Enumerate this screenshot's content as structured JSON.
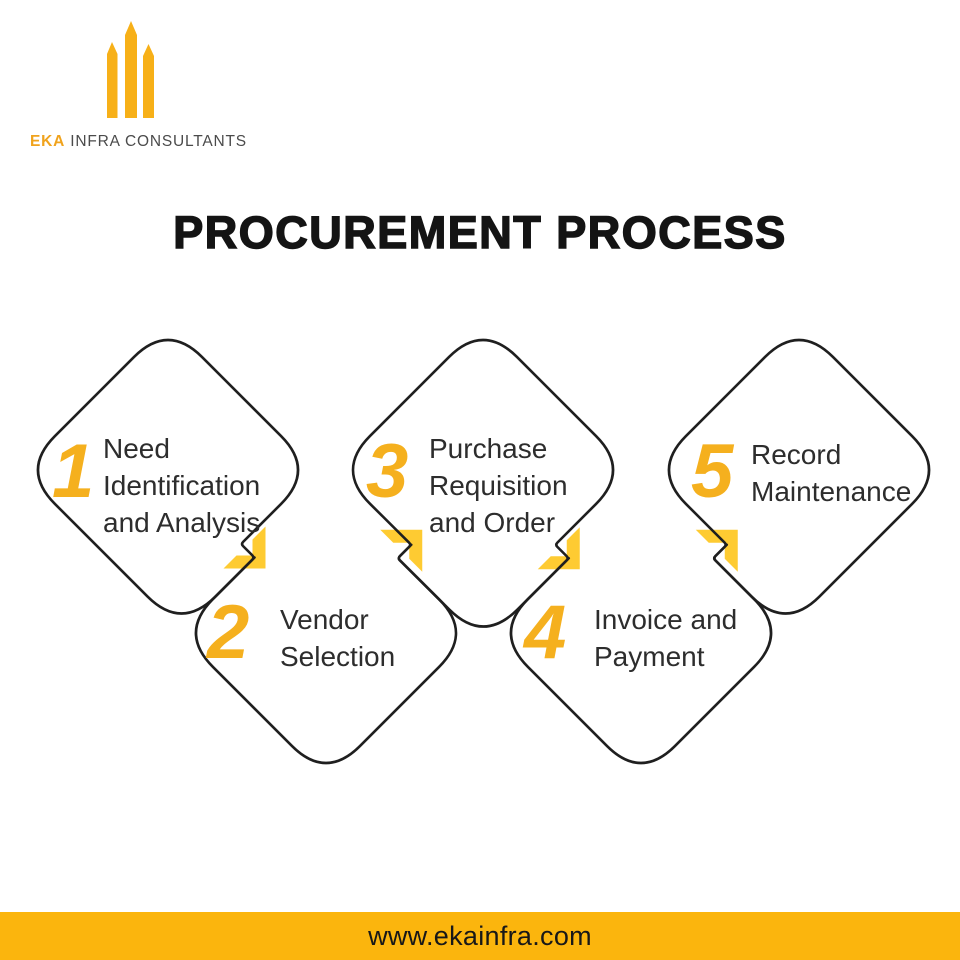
{
  "logo": {
    "brand_bold": "EKA",
    "brand_rest": " INFRA CONSULTANTS"
  },
  "title": "PROCUREMENT PROCESS",
  "steps": [
    {
      "number": "1",
      "lines": [
        "Need",
        "Identification",
        "and Analysis"
      ]
    },
    {
      "number": "2",
      "lines": [
        "Vendor",
        "Selection"
      ]
    },
    {
      "number": "3",
      "lines": [
        "Purchase",
        "Requisition",
        "and Order"
      ]
    },
    {
      "number": "4",
      "lines": [
        "Invoice and",
        "Payment"
      ]
    },
    {
      "number": "5",
      "lines": [
        "Record",
        "Maintenance"
      ]
    }
  ],
  "footer": {
    "url": "www.ekainfra.com"
  },
  "colors": {
    "accent_number": "#F5B01E",
    "accent_bracket": "#FECB32",
    "accent_logo_bars": "#F7B018",
    "accent_brand_text": "#F0A31D",
    "brand_rest_text": "#4B4B4B",
    "outline": "#1F1F1F",
    "footer_bar": "#FBB50D"
  }
}
